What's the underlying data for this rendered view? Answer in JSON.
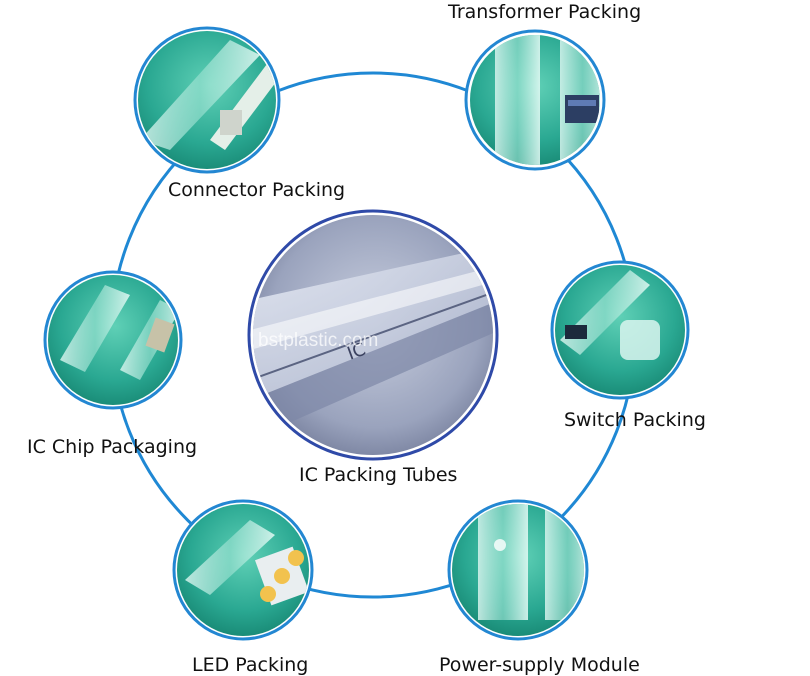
{
  "center": {
    "label": "IC Packing Tubes",
    "watermark": "bstplastic.com"
  },
  "items": [
    {
      "label": "Transformer Packing"
    },
    {
      "label": "Connector Packing"
    },
    {
      "label": "Switch Packing"
    },
    {
      "label": "IC Chip Packaging"
    },
    {
      "label": "LED Packing"
    },
    {
      "label": "Power-supply Module"
    }
  ],
  "colors": {
    "ring": "#1f88d4",
    "disk_border": "#2387d2",
    "teal_bg": "#2aa892",
    "center_bg": "#9aa3bd"
  }
}
